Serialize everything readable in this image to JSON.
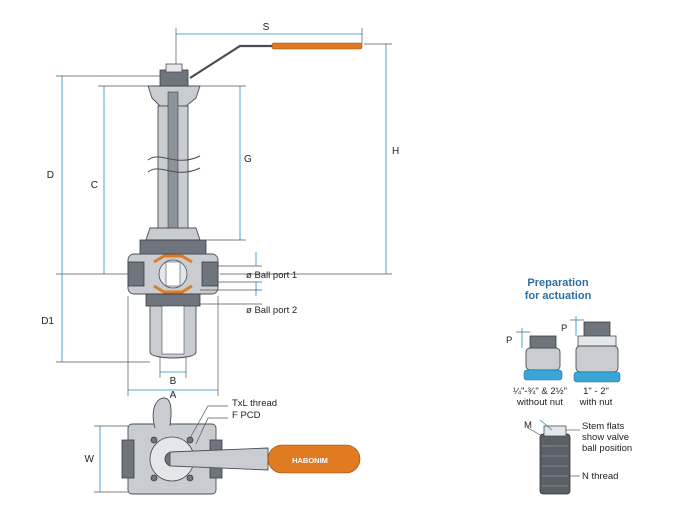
{
  "dimensions": {
    "s": "S",
    "h": "H",
    "d": "D",
    "c": "C",
    "g": "G",
    "d1": "D1",
    "b": "B",
    "a": "A",
    "w": "W"
  },
  "callouts": {
    "ball_port_1": "ø Ball port 1",
    "ball_port_2": "ø Ball port 2",
    "txl_thread": "TxL thread",
    "f_pcd": "F PCD"
  },
  "brand": "HABONIM",
  "actuation": {
    "title_line1": "Preparation",
    "title_line2": "for actuation",
    "p_label": "P",
    "small_caption_line1": "¼\"-¾\" & 2½\"",
    "small_caption_line2": "without nut",
    "large_caption_line1": "1\" - 2\"",
    "large_caption_line2": "with nut",
    "m_label": "M",
    "stem_flats_line1": "Stem flats",
    "stem_flats_line2": "show valve",
    "stem_flats_line3": "ball position",
    "n_thread": "N thread"
  },
  "colors": {
    "handle": "#e07b22",
    "steel": "#c9cdd2",
    "dimension_line": "#1f8fc7",
    "title": "#2a6fa8"
  }
}
